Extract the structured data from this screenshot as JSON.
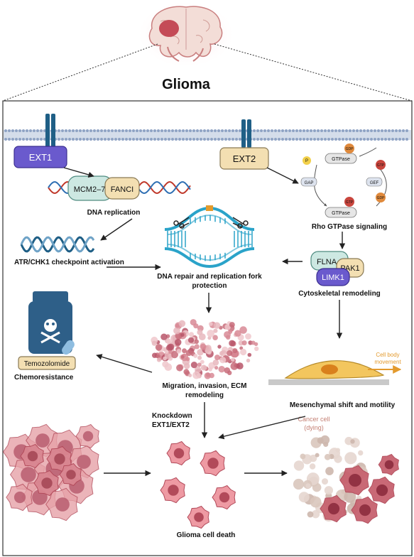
{
  "title": "Glioma",
  "membrane_proteins": {
    "ext1": "EXT1",
    "ext2": "EXT2"
  },
  "dna_replication": {
    "mcm": "MCM2–7",
    "fanci": "FANCI",
    "label": "DNA replication"
  },
  "checkpoint": {
    "label": "ATR/CHK1 checkpoint activation"
  },
  "dna_repair": {
    "line1": "DNA repair and replication fork",
    "line2": "protection"
  },
  "rho_cycle": {
    "label": "Rho GTPase signaling",
    "gtpase_top": "GTPase",
    "gtpase_bottom": "GTPase",
    "gap": "GAP",
    "gef": "GEF",
    "gdp_top": "GDP",
    "gdp_right": "GDP",
    "gtp_right": "GTP",
    "gtp_bottom": "GTP",
    "phosphate": "P"
  },
  "cytoskeleton": {
    "flna": "FLNA",
    "pak1": "PAK1",
    "limk1": "LIMK1",
    "label": "Cytoskeletal remodeling"
  },
  "drug": {
    "name": "Temozolomide",
    "label": "Chemoresistance"
  },
  "migration": {
    "line1": "Migration, invasion, ECM",
    "line2": "remodeling"
  },
  "mesenchymal": {
    "label": "Mesenchymal shift and motility",
    "movement_line1": "Cell body",
    "movement_line2": "movement"
  },
  "knockdown": {
    "line1": "Knockdown",
    "line2": "EXT1/EXT2"
  },
  "dying_cell": {
    "line1": "Cancer cell",
    "line2": "(dying)"
  },
  "death": {
    "label": "Glioma cell death"
  },
  "colors": {
    "membrane": "#b8c6dc",
    "ext1": "#6a5acd",
    "ext2": "#f3dfb2",
    "receptor": "#1f5f86",
    "dna_red": "#c0392b",
    "dna_blue": "#2e6fb3",
    "mcm": "#cde8e2",
    "fanci": "#f3dfb2",
    "cancer_cell": "#d97d86",
    "nucleus": "#a94b5a",
    "arrow": "#222222",
    "movement": "#e39a2d"
  }
}
